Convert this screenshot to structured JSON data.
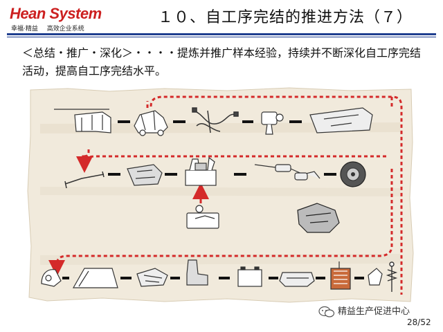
{
  "header": {
    "logo_main": "Hean System",
    "logo_tag_left": "幸福·精益",
    "logo_tag_right": "高效企业系统",
    "title": "１０、自工序完结的推进方法（７）"
  },
  "intro": {
    "text": "＜总结・推广・深化＞・・・・提炼并推广样本经验，持续并不断深化自工序完结活动，提高自工序完结水平。"
  },
  "diagram": {
    "description_icons": [
      "car-body-icon",
      "car-frame-icon",
      "wire-harness-icon",
      "engine-part-icon",
      "dashboard-icon",
      "exhaust-pipe-icon",
      "bumper-part-icon",
      "robot-station-icon",
      "muffler-icon",
      "tire-icon",
      "worker-assembly-icon",
      "engine-block-icon",
      "headlamp-icon",
      "windshield-icon",
      "floor-pan-icon",
      "seat-icon",
      "battery-icon",
      "front-bumper-icon",
      "radiator-icon",
      "side-mirror-icon",
      "shock-absorber-icon"
    ],
    "colors": {
      "flow_dash": "#d42a2a",
      "link_dash": "#111111",
      "paper": "#f2ece0",
      "paper_dark": "#e2d8c4",
      "arrow": "#d42a2a"
    }
  },
  "footer": {
    "wechat_label": "精益生产促进中心",
    "page": "28/52"
  }
}
